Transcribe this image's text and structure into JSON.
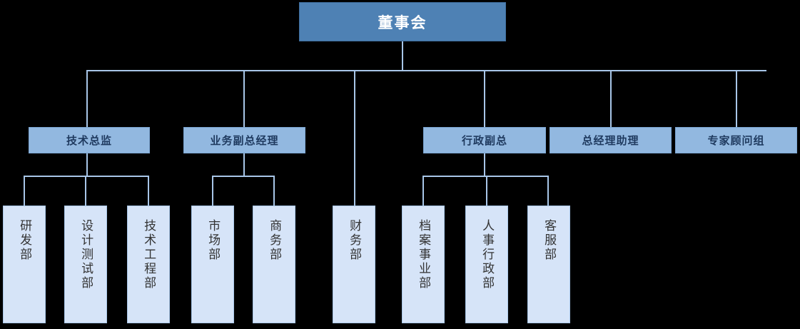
{
  "chart": {
    "type": "org-chart",
    "title": "",
    "palette": {
      "background": "#000000",
      "level1_fill": "#4E81B4",
      "level1_text": "#FFFFFF",
      "level2_fill": "#92B8E0",
      "level2_text": "#1F3A5F",
      "level3_fill": "#D6E4F8",
      "level3_text": "#333333",
      "connector": "#A8C6E8"
    },
    "root": {
      "label": "董事会"
    },
    "level2": [
      {
        "label": "技术总监"
      },
      {
        "label": "业务副总经理"
      },
      {
        "label": "行政副总"
      },
      {
        "label": "总经理助理"
      },
      {
        "label": "专家顾问组"
      }
    ],
    "level3": [
      {
        "label": "研发部",
        "parent": "技术总监"
      },
      {
        "label": "设计测试部",
        "parent": "技术总监"
      },
      {
        "label": "技术工程部",
        "parent": "技术总监"
      },
      {
        "label": "市场部",
        "parent": "业务副总经理"
      },
      {
        "label": "商务部",
        "parent": "业务副总经理"
      },
      {
        "label": "财务部",
        "parent": "董事会"
      },
      {
        "label": "档案事业部",
        "parent": "行政副总"
      },
      {
        "label": "人事行政部",
        "parent": "行政副总"
      },
      {
        "label": "客服部",
        "parent": "行政副总"
      }
    ]
  }
}
